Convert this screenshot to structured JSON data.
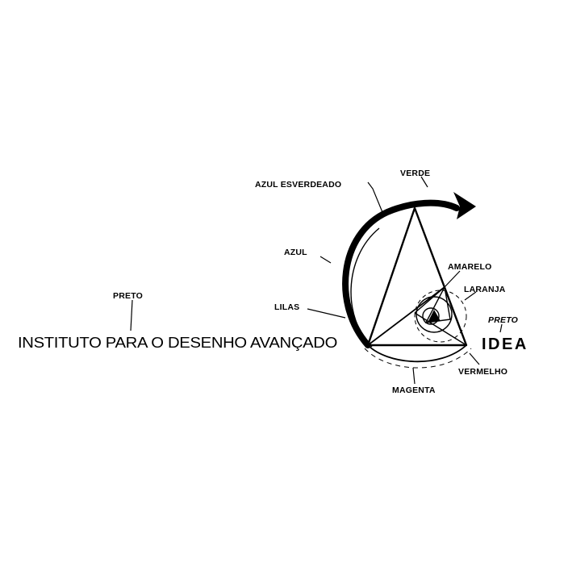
{
  "diagram": {
    "labels": {
      "verde": "VERDE",
      "azul_esverdeado": "AZUL ESVERDEADO",
      "azul": "AZUL",
      "lilas": "LILAS",
      "amarelo": "AMARELO",
      "laranja": "LARANJA",
      "preto_left": "PRETO",
      "preto_right": "PRETO",
      "vermelho": "VERMELHO",
      "magenta": "MAGENTA"
    },
    "institute_name": "INSTITUTO PARA O DESENHO AVANÇADO",
    "logo_text": "IDEA",
    "colors": {
      "ink": "#000000",
      "background": "#ffffff"
    }
  }
}
